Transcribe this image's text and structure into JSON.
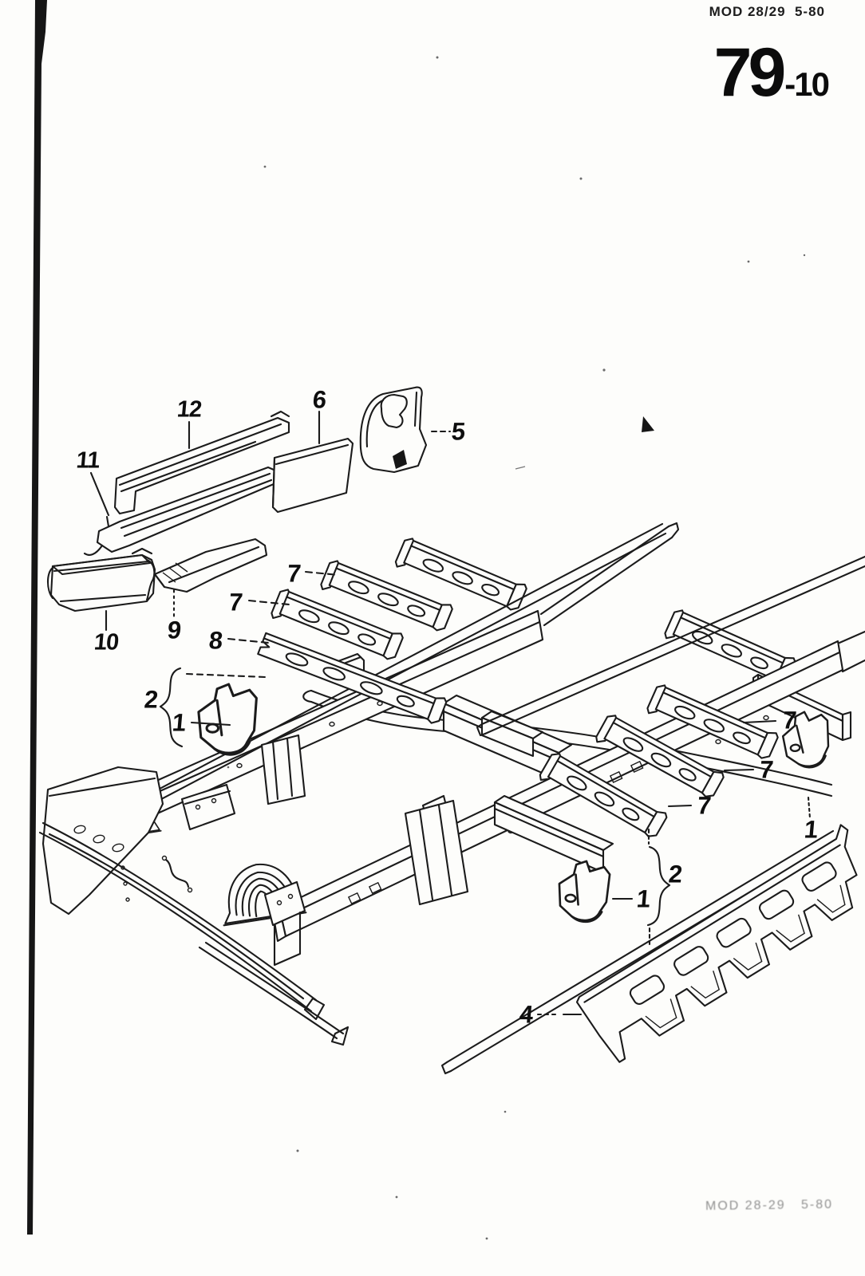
{
  "page": {
    "header_code": "MOD 28/29  5-80",
    "section_number": "79",
    "page_suffix": "-10",
    "footer_code": "MOD 28-29   5-80"
  },
  "diagram": {
    "type": "exploded-parts-diagram",
    "subject": "Chassis ladder frame with side members, cross members and mounting brackets",
    "callouts": [
      {
        "id": "12",
        "label": "12"
      },
      {
        "id": "11",
        "label": "11"
      },
      {
        "id": "6",
        "label": "6"
      },
      {
        "id": "5",
        "label": "5"
      },
      {
        "id": "10",
        "label": "10"
      },
      {
        "id": "9",
        "label": "9"
      },
      {
        "id": "7-a",
        "label": "7"
      },
      {
        "id": "7-b",
        "label": "7"
      },
      {
        "id": "8",
        "label": "8"
      },
      {
        "id": "2-left",
        "label": "2"
      },
      {
        "id": "1-left",
        "label": "1"
      },
      {
        "id": "7-c",
        "label": "7"
      },
      {
        "id": "7-d",
        "label": "7"
      },
      {
        "id": "7-e",
        "label": "7"
      },
      {
        "id": "1-right",
        "label": "1"
      },
      {
        "id": "2-right",
        "label": "2"
      },
      {
        "id": "1-bottom",
        "label": "1"
      },
      {
        "id": "4",
        "label": "4"
      }
    ]
  }
}
